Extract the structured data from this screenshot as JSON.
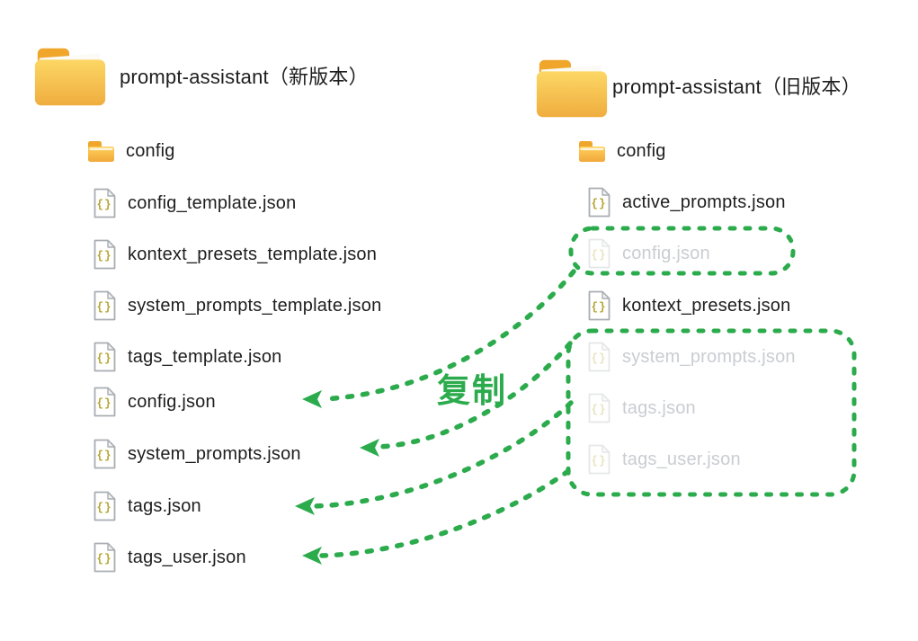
{
  "colors": {
    "accent_green": "#2cab4d",
    "folder_tab": "#f0a62a",
    "folder_body_top": "#fcd765",
    "folder_body_bottom": "#efad3e",
    "text": "#1e1e1e",
    "faded_text": "#c9cdd2",
    "json_braces": "#b5a52f",
    "icon_border_gray": "#a9aeb3"
  },
  "left_panel": {
    "title": "prompt-assistant（新版本）",
    "folder": {
      "name": "config"
    },
    "files": [
      {
        "name": "config_template.json"
      },
      {
        "name": "kontext_presets_template.json"
      },
      {
        "name": "system_prompts_template.json"
      },
      {
        "name": "tags_template.json"
      },
      {
        "name": "config.json"
      },
      {
        "name": "system_prompts.json"
      },
      {
        "name": "tags.json"
      },
      {
        "name": "tags_user.json"
      }
    ]
  },
  "right_panel": {
    "title": "prompt-assistant（旧版本）",
    "folder": {
      "name": "config"
    },
    "files": [
      {
        "name": "active_prompts.json",
        "state": "normal"
      },
      {
        "name": "config.json",
        "state": "faded-boxed"
      },
      {
        "name": "kontext_presets.json",
        "state": "normal"
      },
      {
        "name": "system_prompts.json",
        "state": "faded-boxed"
      },
      {
        "name": "tags.json",
        "state": "faded-boxed"
      },
      {
        "name": "tags_user.json",
        "state": "faded-boxed"
      }
    ]
  },
  "annotation": {
    "copy_label": "复制"
  }
}
